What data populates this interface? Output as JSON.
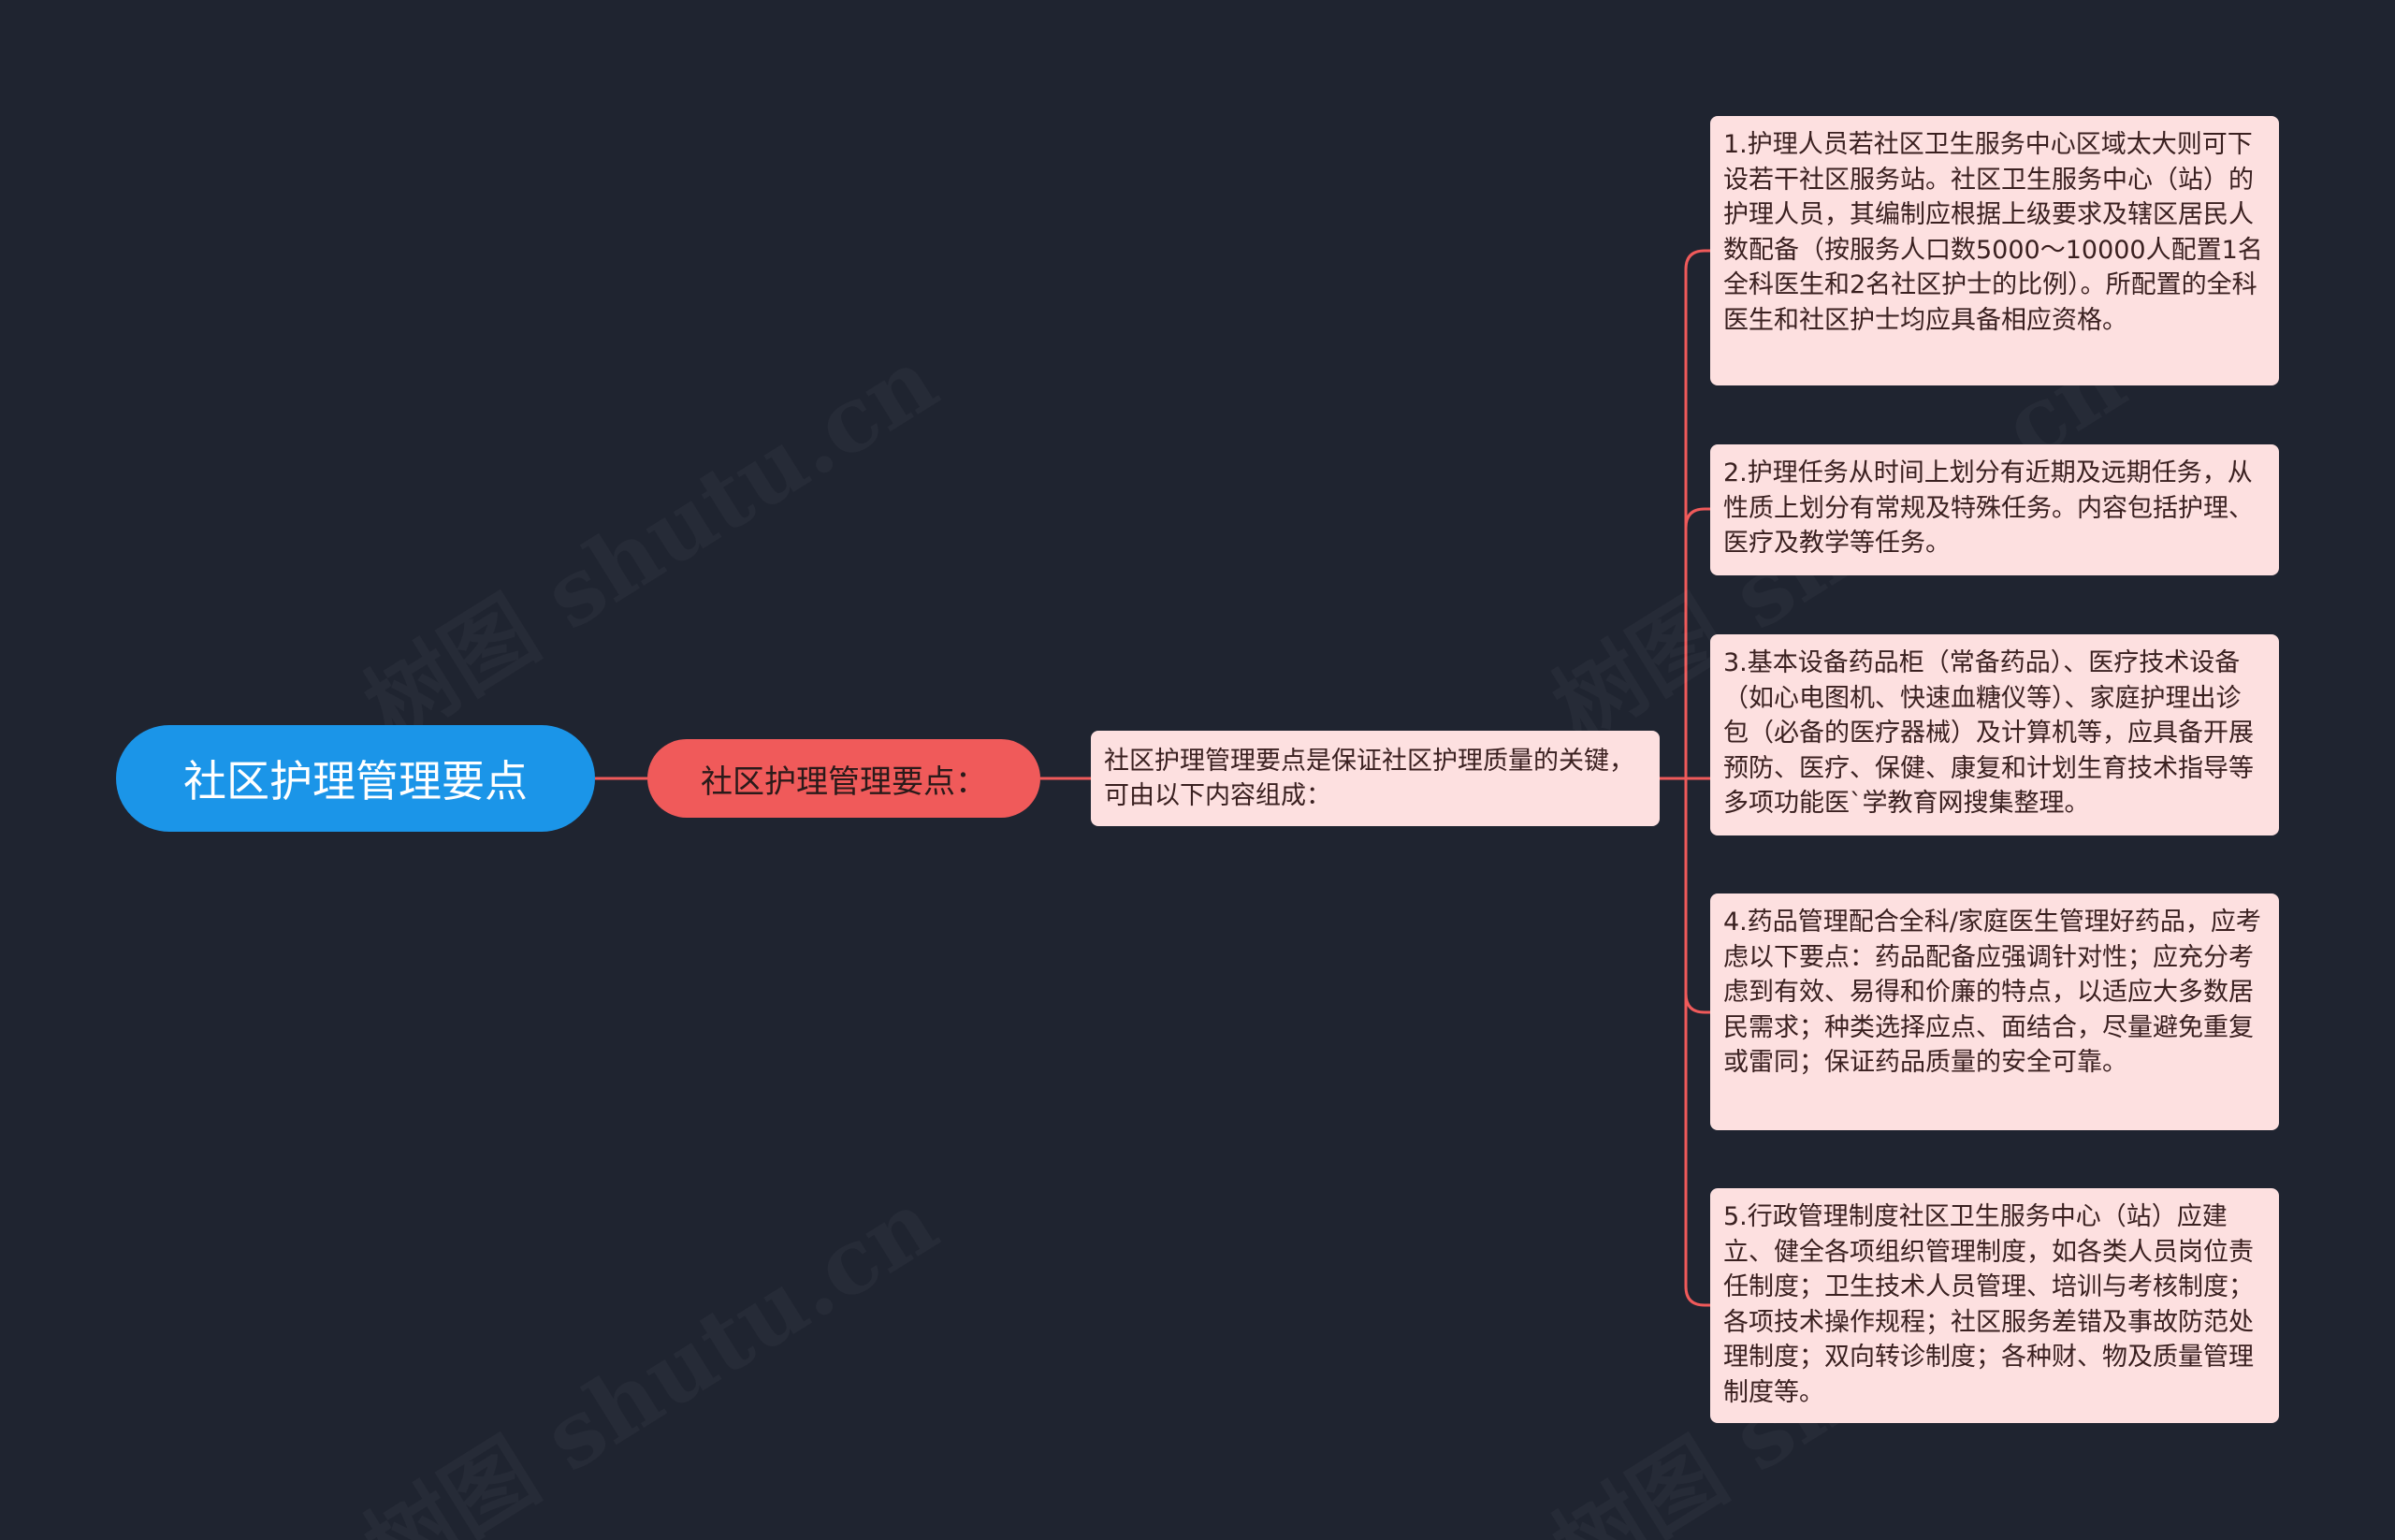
{
  "diagram": {
    "root": {
      "label": "社区护理管理要点"
    },
    "branch": {
      "label": "社区护理管理要点："
    },
    "summary": {
      "text": "社区护理管理要点是保证社区护理质量的关键，可由以下内容组成："
    },
    "items": [
      {
        "text": "1.护理人员若社区卫生服务中心区域太大则可下设若干社区服务站。社区卫生服务中心（站）的护理人员，其编制应根据上级要求及辖区居民人数配备（按服务人口数5000～10000人配置1名全科医生和2名社区护士的比例）。所配置的全科医生和社区护士均应具备相应资格。"
      },
      {
        "text": "2.护理任务从时间上划分有近期及远期任务，从性质上划分有常规及特殊任务。内容包括护理、医疗及教学等任务。"
      },
      {
        "text": "3.基本设备药品柜（常备药品）、医疗技术设备（如心电图机、快速血糖仪等）、家庭护理出诊包（必备的医疗器械）及计算机等，应具备开展预防、医疗、保健、康复和计划生育技术指导等多项功能医`学教育网搜集整理。"
      },
      {
        "text": "4.药品管理配合全科/家庭医生管理好药品，应考虑以下要点：药品配备应强调针对性；应充分考虑到有效、易得和价廉的特点，以适应大多数居民需求；种类选择应点、面结合，尽量避免重复或雷同；保证药品质量的安全可靠。"
      },
      {
        "text": "5.行政管理制度社区卫生服务中心（站）应建立、健全各项组织管理制度，如各类人员岗位责任制度；卫生技术人员管理、培训与考核制度；各项技术操作规程；社区服务差错及事故防范处理制度；双向转诊制度；各种财、物及质量管理制度等。"
      }
    ]
  },
  "watermark": {
    "text": "树图 shutu.cn"
  },
  "colors": {
    "background": "#1f2430",
    "root": "#1b95e8",
    "branch": "#f05a5a",
    "card": "#fde0e0",
    "connector": "#f05a5a"
  }
}
